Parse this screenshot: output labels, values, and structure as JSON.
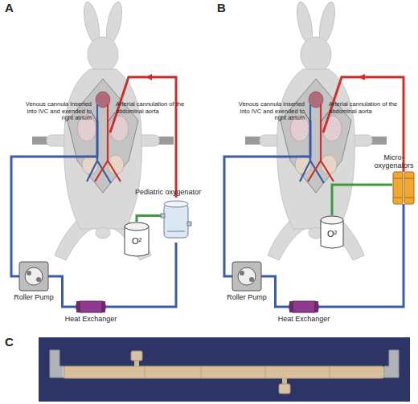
{
  "diagram": {
    "nodes": [
      {
        "text": [
          "Pediatric oxygenator"
        ]
      },
      {
        "text": [
          "O²"
        ]
      },
      {
        "text": [
          "Roller Pump"
        ]
      },
      {
        "text": [
          "Heat Exchanger"
        ]
      },
      {
        "text": [
          "Micro-oxygenators"
        ]
      },
      {
        "text": [
          "O²"
        ]
      },
      {
        "text": [
          "Roller Pump"
        ]
      },
      {
        "text": [
          "Heat Exchanger"
        ]
      }
    ],
    "edges": [
      {
        "from": 2,
        "to": 3,
        "arrow": "none"
      },
      {
        "from": 3,
        "to": 0,
        "arrow": "none"
      },
      {
        "from": 1,
        "to": 0,
        "arrow": "none"
      },
      {
        "from": 6,
        "to": 7,
        "arrow": "none"
      },
      {
        "from": 7,
        "to": 4,
        "arrow": "none"
      },
      {
        "from": 5,
        "to": 4,
        "arrow": "none"
      }
    ],
    "labels": [
      "A",
      "Venous cannula inserted into IVC and exended to right atrium",
      "Arterial cannulation of the abdominal aorta",
      "B",
      "Venous cannula inserted into IVC and exended to right atrium",
      "Arterial cannulation of the abdominal aorta",
      "C"
    ]
  }
}
